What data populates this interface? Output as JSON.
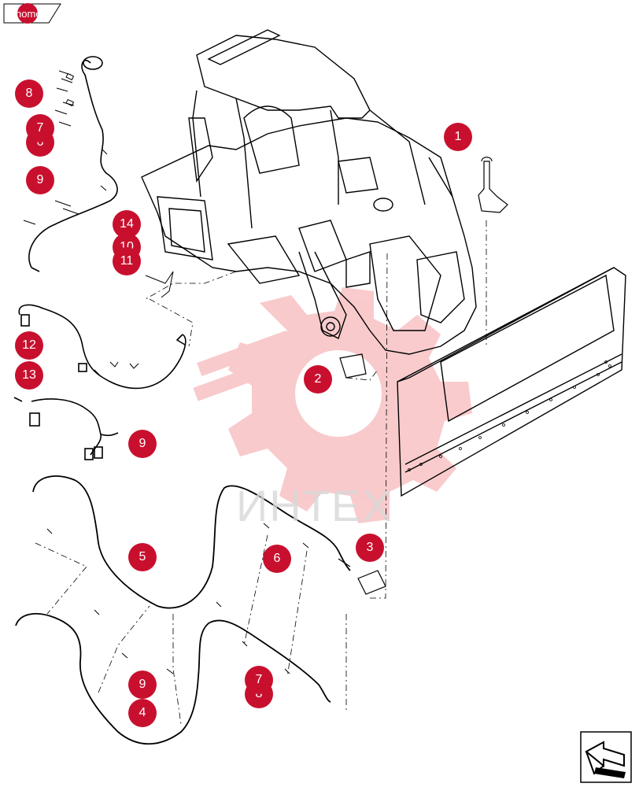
{
  "nav": {
    "home_label": "home"
  },
  "callouts": [
    {
      "id": "c1",
      "label": "1"
    },
    {
      "id": "c2",
      "label": "2"
    },
    {
      "id": "c3",
      "label": "3"
    },
    {
      "id": "c4",
      "label": "4"
    },
    {
      "id": "c5",
      "label": "5"
    },
    {
      "id": "c6a",
      "label": "6"
    },
    {
      "id": "c6b",
      "label": "6"
    },
    {
      "id": "c7a",
      "label": "7"
    },
    {
      "id": "c7b",
      "label": "7"
    },
    {
      "id": "c8a",
      "label": "8"
    },
    {
      "id": "c8b",
      "label": "8"
    },
    {
      "id": "c9a",
      "label": "9"
    },
    {
      "id": "c9b",
      "label": "9"
    },
    {
      "id": "c9c",
      "label": "9"
    },
    {
      "id": "c10",
      "label": "10"
    },
    {
      "id": "c11",
      "label": "11"
    },
    {
      "id": "c12",
      "label": "12"
    },
    {
      "id": "c13",
      "label": "13"
    },
    {
      "id": "c14",
      "label": "14"
    }
  ],
  "watermark": {
    "text": "ИНТЕХ"
  },
  "icons": {
    "next_page": "next-page-arrow-icon",
    "watermark_logo": "gear-logo-icon"
  }
}
